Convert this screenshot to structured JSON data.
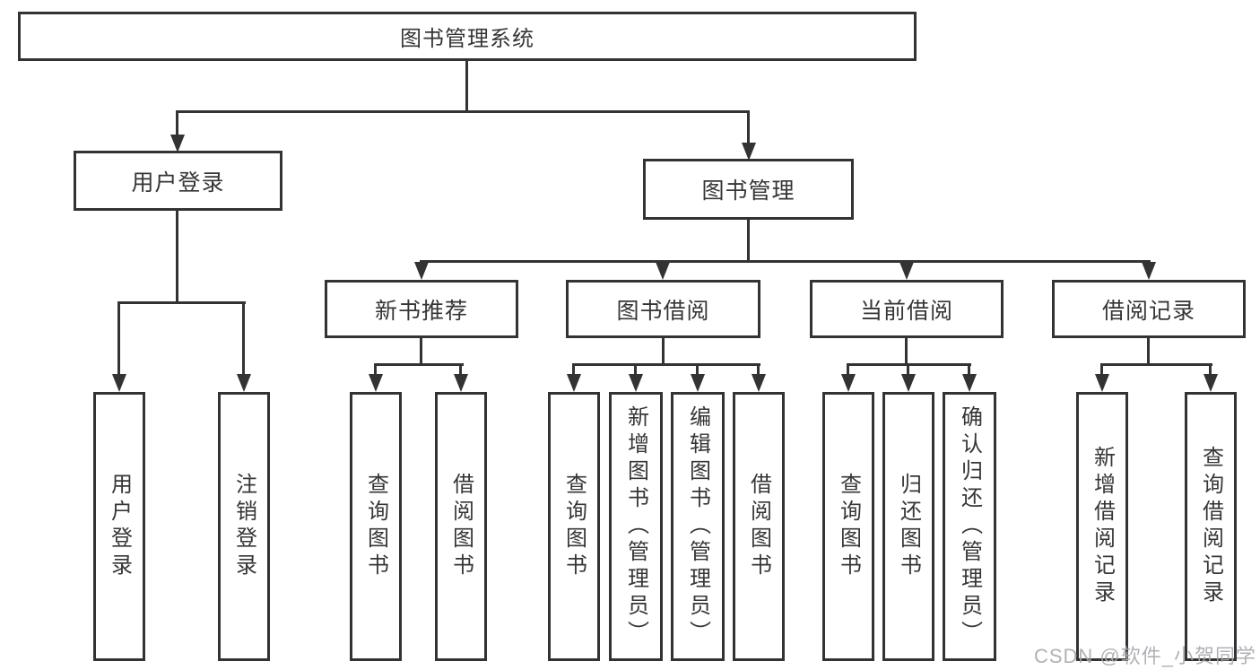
{
  "diagram": {
    "root_label": "图书管理系统",
    "branches": [
      {
        "label": "用户登录",
        "children": [
          {
            "label": "用户登录"
          },
          {
            "label": "注销登录"
          }
        ]
      },
      {
        "label": "图书管理",
        "children": [
          {
            "label": "新书推荐",
            "children": [
              {
                "label": "查询图书"
              },
              {
                "label": "借阅图书"
              }
            ]
          },
          {
            "label": "图书借阅",
            "children": [
              {
                "label": "查询图书"
              },
              {
                "label": "新增图书（管理员）"
              },
              {
                "label": "编辑图书（管理员）"
              },
              {
                "label": "借阅图书"
              }
            ]
          },
          {
            "label": "当前借阅",
            "children": [
              {
                "label": "查询图书"
              },
              {
                "label": "归还图书"
              },
              {
                "label": "确认归还（管理员）"
              }
            ]
          },
          {
            "label": "借阅记录",
            "children": [
              {
                "label": "新增借阅记录"
              },
              {
                "label": "查询借阅记录"
              }
            ]
          }
        ]
      }
    ],
    "watermark": "CSDN @软件_小贺同学"
  },
  "colors": {
    "line": "#333333",
    "text": "#363636",
    "watermark_text": "#a8a8b0",
    "background": "#ffffff"
  }
}
